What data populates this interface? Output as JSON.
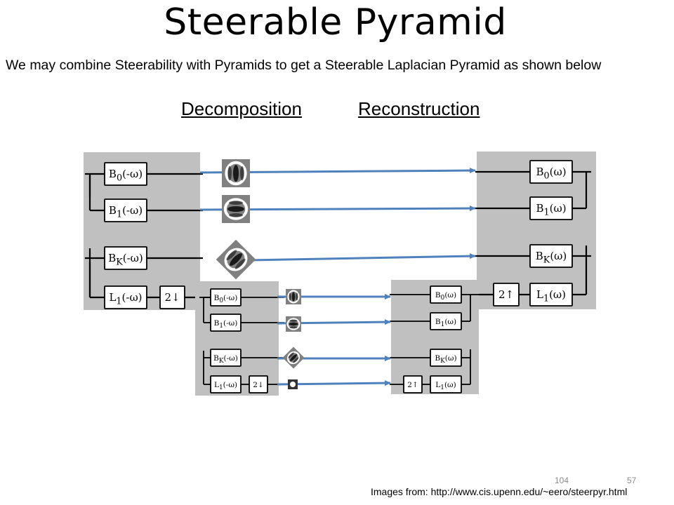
{
  "slide": {
    "title": "Steerable Pyramid",
    "intro": "We may combine Steerability with Pyramids to get a Steerable Laplacian Pyramid as shown below",
    "decomposition_label": "Decomposition",
    "reconstruction_label": "Reconstruction",
    "credit": "Images from: http://www.cis.upenn.edu/~eero/steerpyr.html",
    "page_numbers": [
      "104",
      "57"
    ]
  },
  "diagram": {
    "colors": {
      "panel": "#c0c0c0",
      "arrow": "#4f81bd",
      "line": "#000000",
      "box": "#ffffff"
    },
    "decomposition_filters": [
      "B0(-ω)",
      "B1(-ω)",
      "BK(-ω)",
      "L1(-ω)"
    ],
    "reconstruction_filters": [
      "B0(ω)",
      "B1(ω)",
      "BK(ω)",
      "L1(ω)"
    ],
    "downsample": "2↓",
    "upsample": "2↑"
  }
}
